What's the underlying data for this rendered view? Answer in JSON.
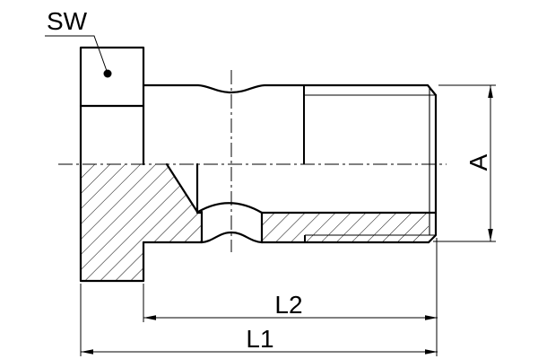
{
  "drawing": {
    "type": "technical-section-drawing",
    "colors": {
      "background": "#ffffff",
      "line": "#000000"
    },
    "labels": {
      "width_across_flats": "SW",
      "outer_diameter": "A",
      "shank_length": "L2",
      "total_length": "L1"
    }
  }
}
